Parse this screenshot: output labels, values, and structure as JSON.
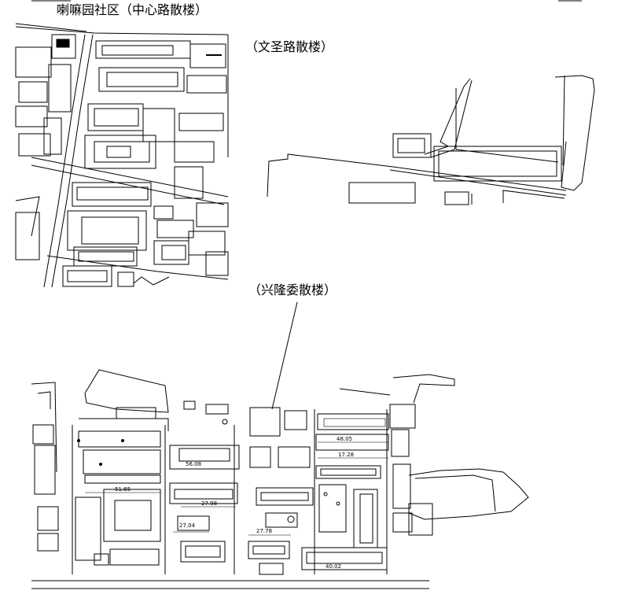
{
  "page": {
    "title_main": "喇嘛园社区（中心路散楼）",
    "title_wensheng": "（文圣路散楼）",
    "title_xinglong": "（兴隆委散楼）"
  },
  "dimensions": {
    "d1": "56.08",
    "d2": "48.05",
    "d3": "17.28",
    "d4": "51.65",
    "d5": "27.98",
    "d6": "27.04",
    "d7": "27.78",
    "d8": "40.02"
  }
}
